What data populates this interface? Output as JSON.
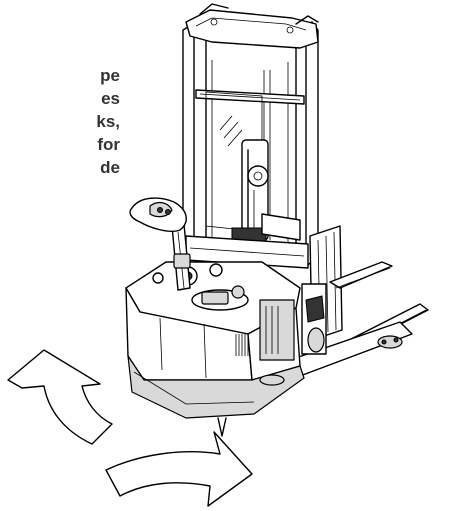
{
  "caption": {
    "lines": [
      "pe",
      "es",
      "ks,",
      "for",
      "de"
    ]
  },
  "illustration": {
    "subject": "electric walkie stacker forklift line drawing",
    "arrows": [
      "curved-arrow-up-left",
      "curved-arrow-right"
    ],
    "colors": {
      "line": "#000000",
      "background": "#ffffff",
      "caption_text": "#333333",
      "shading": "#d9d9d9"
    }
  }
}
